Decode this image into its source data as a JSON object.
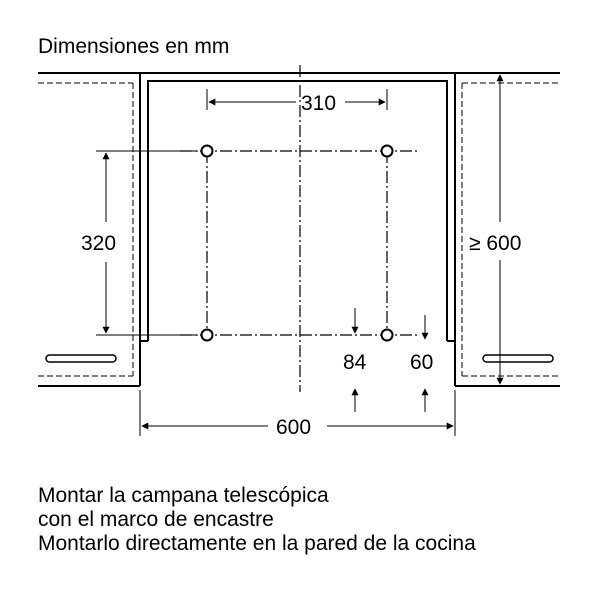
{
  "header": {
    "title": "Dimensiones en mm"
  },
  "dimensions": {
    "hole_spacing_horizontal": "310",
    "hole_spacing_vertical": "320",
    "min_cabinet_height": "≥ 600",
    "offset_holes": "84",
    "offset_frame": "60",
    "total_width": "600"
  },
  "captions": [
    "Montar la campana telescópica",
    "con el marco de encastre",
    "Montarlo directamente en la pared de la cocina"
  ]
}
